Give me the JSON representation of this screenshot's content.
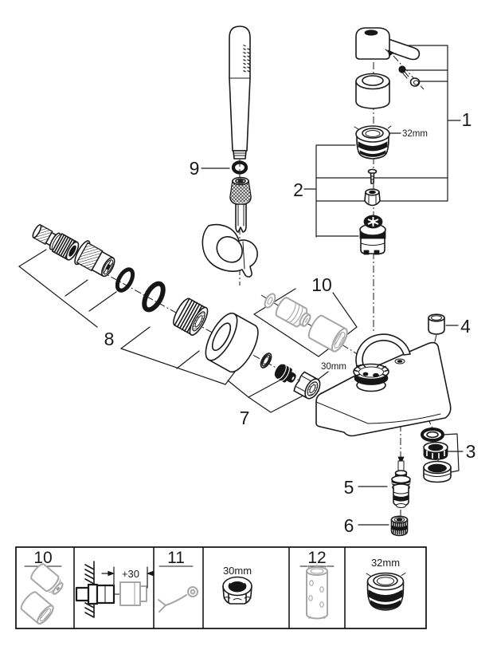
{
  "figure": {
    "type": "exploded-parts-diagram",
    "callouts": {
      "c1": "1",
      "c2": "2",
      "c3": "3",
      "c4": "4",
      "c5": "5",
      "c6": "6",
      "c7": "7",
      "c8": "8",
      "c9": "9",
      "c10": "10"
    },
    "size_labels": {
      "ring_nut": "32mm",
      "union_nut": "30mm"
    },
    "legend": {
      "boxes": [
        {
          "kind": "part-kit",
          "number": "10"
        },
        {
          "kind": "installation-note",
          "dimension": "+30"
        },
        {
          "kind": "tool",
          "number": "11"
        },
        {
          "kind": "tool-size",
          "size": "30mm"
        },
        {
          "kind": "tool",
          "number": "12"
        },
        {
          "kind": "part-size",
          "size": "32mm"
        }
      ]
    }
  }
}
